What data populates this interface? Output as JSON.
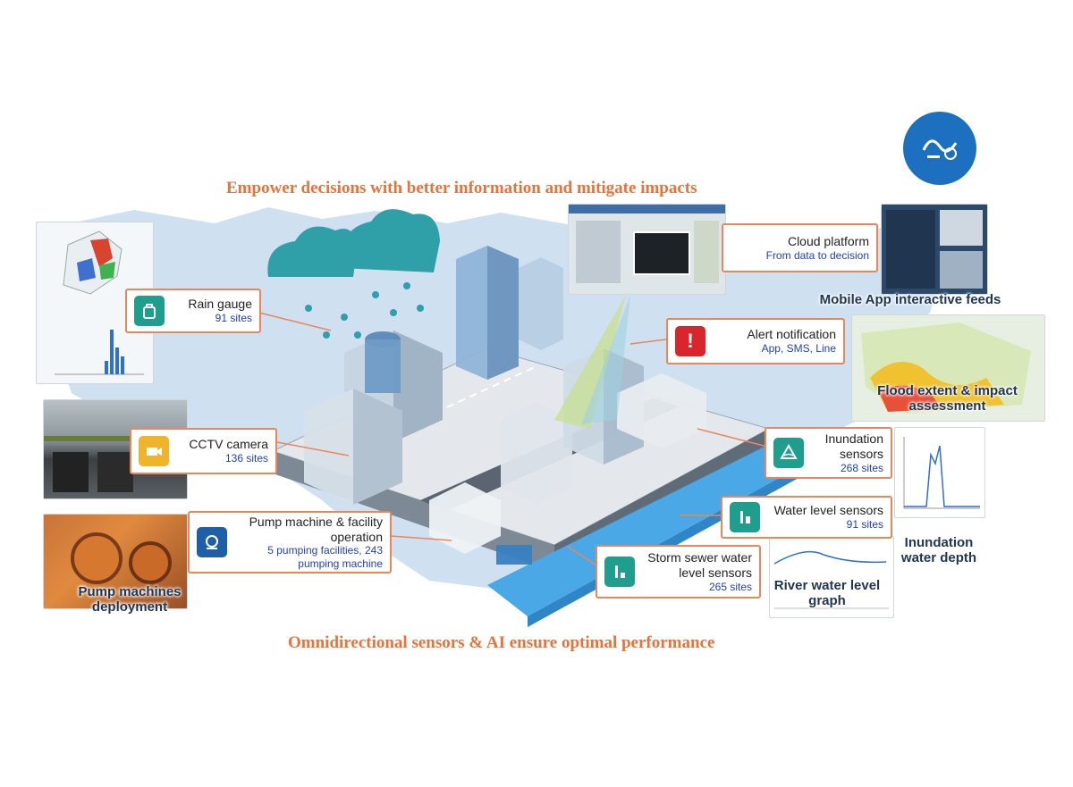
{
  "headline_top": "Empower decisions with better information and mitigate impacts",
  "headline_bottom": "Omnidirectional sensors & AI ensure optimal performance",
  "colors": {
    "headline": "#e8733a",
    "callout_border": "#e8875c",
    "subtext": "#1f3fbf",
    "teal": "#1f9e8e",
    "alert_red": "#d8262c",
    "cctv_yellow": "#f0b42a",
    "land": "#cfe1f1",
    "river": "#4aa8e6",
    "cloud": "#2f9fa8"
  },
  "callouts": {
    "rain_gauge": {
      "title": "Rain gauge",
      "sub": "91 sites",
      "icon": "rain-gauge-icon"
    },
    "cctv": {
      "title": "CCTV camera",
      "sub": "136 sites",
      "icon": "camera-icon"
    },
    "pump": {
      "title1": "Pump machine & facility",
      "title2": "operation",
      "sub1": "5 pumping facilities, 243",
      "sub2": "pumping machine",
      "icon": "pump-icon"
    },
    "cloud_platform": {
      "title": "Cloud platform",
      "sub": "From data to decision"
    },
    "alert": {
      "title": "Alert notification",
      "sub": "App, SMS, Line",
      "icon": "alert-icon"
    },
    "inundation": {
      "title1": "Inundation",
      "title2": "sensors",
      "sub": "268 sites",
      "icon": "inundation-sensor-icon"
    },
    "water_level": {
      "title": "Water level sensors",
      "sub": "91 sites",
      "icon": "water-level-icon"
    },
    "storm_sewer": {
      "title1": "Storm sewer water",
      "title2": "level sensors",
      "sub": "265 sites",
      "icon": "sewer-sensor-icon"
    }
  },
  "captions": {
    "mobile_app": "Mobile App interactive feeds",
    "flood_extent_1": "Flood extent & impact",
    "flood_extent_2": "assessment",
    "inundation_depth_1": "Inundation",
    "inundation_depth_2": "water depth",
    "river_graph_1": "River water level",
    "river_graph_2": "graph",
    "pump_deploy_1": "Pump machines",
    "pump_deploy_2": "deployment"
  }
}
